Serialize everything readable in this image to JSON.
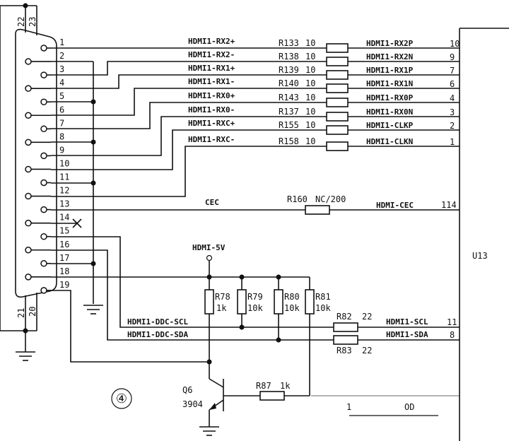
{
  "connector": {
    "pins": [
      "1",
      "2",
      "3",
      "4",
      "5",
      "6",
      "7",
      "8",
      "9",
      "10",
      "11",
      "12",
      "13",
      "14",
      "15",
      "16",
      "17",
      "18",
      "19"
    ],
    "shield_pins": [
      "22",
      "23",
      "21",
      "20"
    ]
  },
  "diff_pairs": [
    {
      "net": "HDMI1-RX2+",
      "res": "R133",
      "val": "10",
      "ic_net": "HDMI1-RX2P",
      "ic_pin": "10"
    },
    {
      "net": "HDMI1-RX2-",
      "res": "R138",
      "val": "10",
      "ic_net": "HDMI1-RX2N",
      "ic_pin": "9"
    },
    {
      "net": "HDMI1-RX1+",
      "res": "R139",
      "val": "10",
      "ic_net": "HDMI1-RX1P",
      "ic_pin": "7"
    },
    {
      "net": "HDMI1-RX1-",
      "res": "R140",
      "val": "10",
      "ic_net": "HDMI1-RX1N",
      "ic_pin": "6"
    },
    {
      "net": "HDMI1-RX0+",
      "res": "R143",
      "val": "10",
      "ic_net": "HDMI1-RX0P",
      "ic_pin": "4"
    },
    {
      "net": "HDMI1-RX0-",
      "res": "R137",
      "val": "10",
      "ic_net": "HDMI1-RX0N",
      "ic_pin": "3"
    },
    {
      "net": "HDMI1-RXC+",
      "res": "R155",
      "val": "10",
      "ic_net": "HDMI1-CLKP",
      "ic_pin": "2"
    },
    {
      "net": "HDMI1-RXC-",
      "res": "R158",
      "val": "10",
      "ic_net": "HDMI1-CLKN",
      "ic_pin": "1"
    }
  ],
  "cec": {
    "net": "CEC",
    "res": "R160",
    "val": "NC/200",
    "ic_net": "HDMI-CEC",
    "ic_pin": "114"
  },
  "power": {
    "net": "HDMI-5V"
  },
  "pullups": [
    {
      "ref": "R78",
      "val": "1k"
    },
    {
      "ref": "R79",
      "val": "10k"
    },
    {
      "ref": "R80",
      "val": "10k"
    },
    {
      "ref": "R81",
      "val": "10k"
    }
  ],
  "ddc": {
    "scl_net": "HDMI1-DDC-SCL",
    "sda_net": "HDMI1-DDC-SDA",
    "scl_res": "R82",
    "scl_val": "22",
    "sda_res": "R83",
    "sda_val": "22",
    "scl_ic": "HDMI1-SCL",
    "scl_pin": "11",
    "sda_ic": "HDMI1-SDA",
    "sda_pin": "8"
  },
  "transistor": {
    "ref": "Q6",
    "part": "3904"
  },
  "hpd": {
    "res": "R87",
    "val": "1k"
  },
  "ic": {
    "ref": "U13"
  },
  "figure_label": "④",
  "partial_text": {
    "bottom_left": "1",
    "bottom_right": "OD"
  }
}
